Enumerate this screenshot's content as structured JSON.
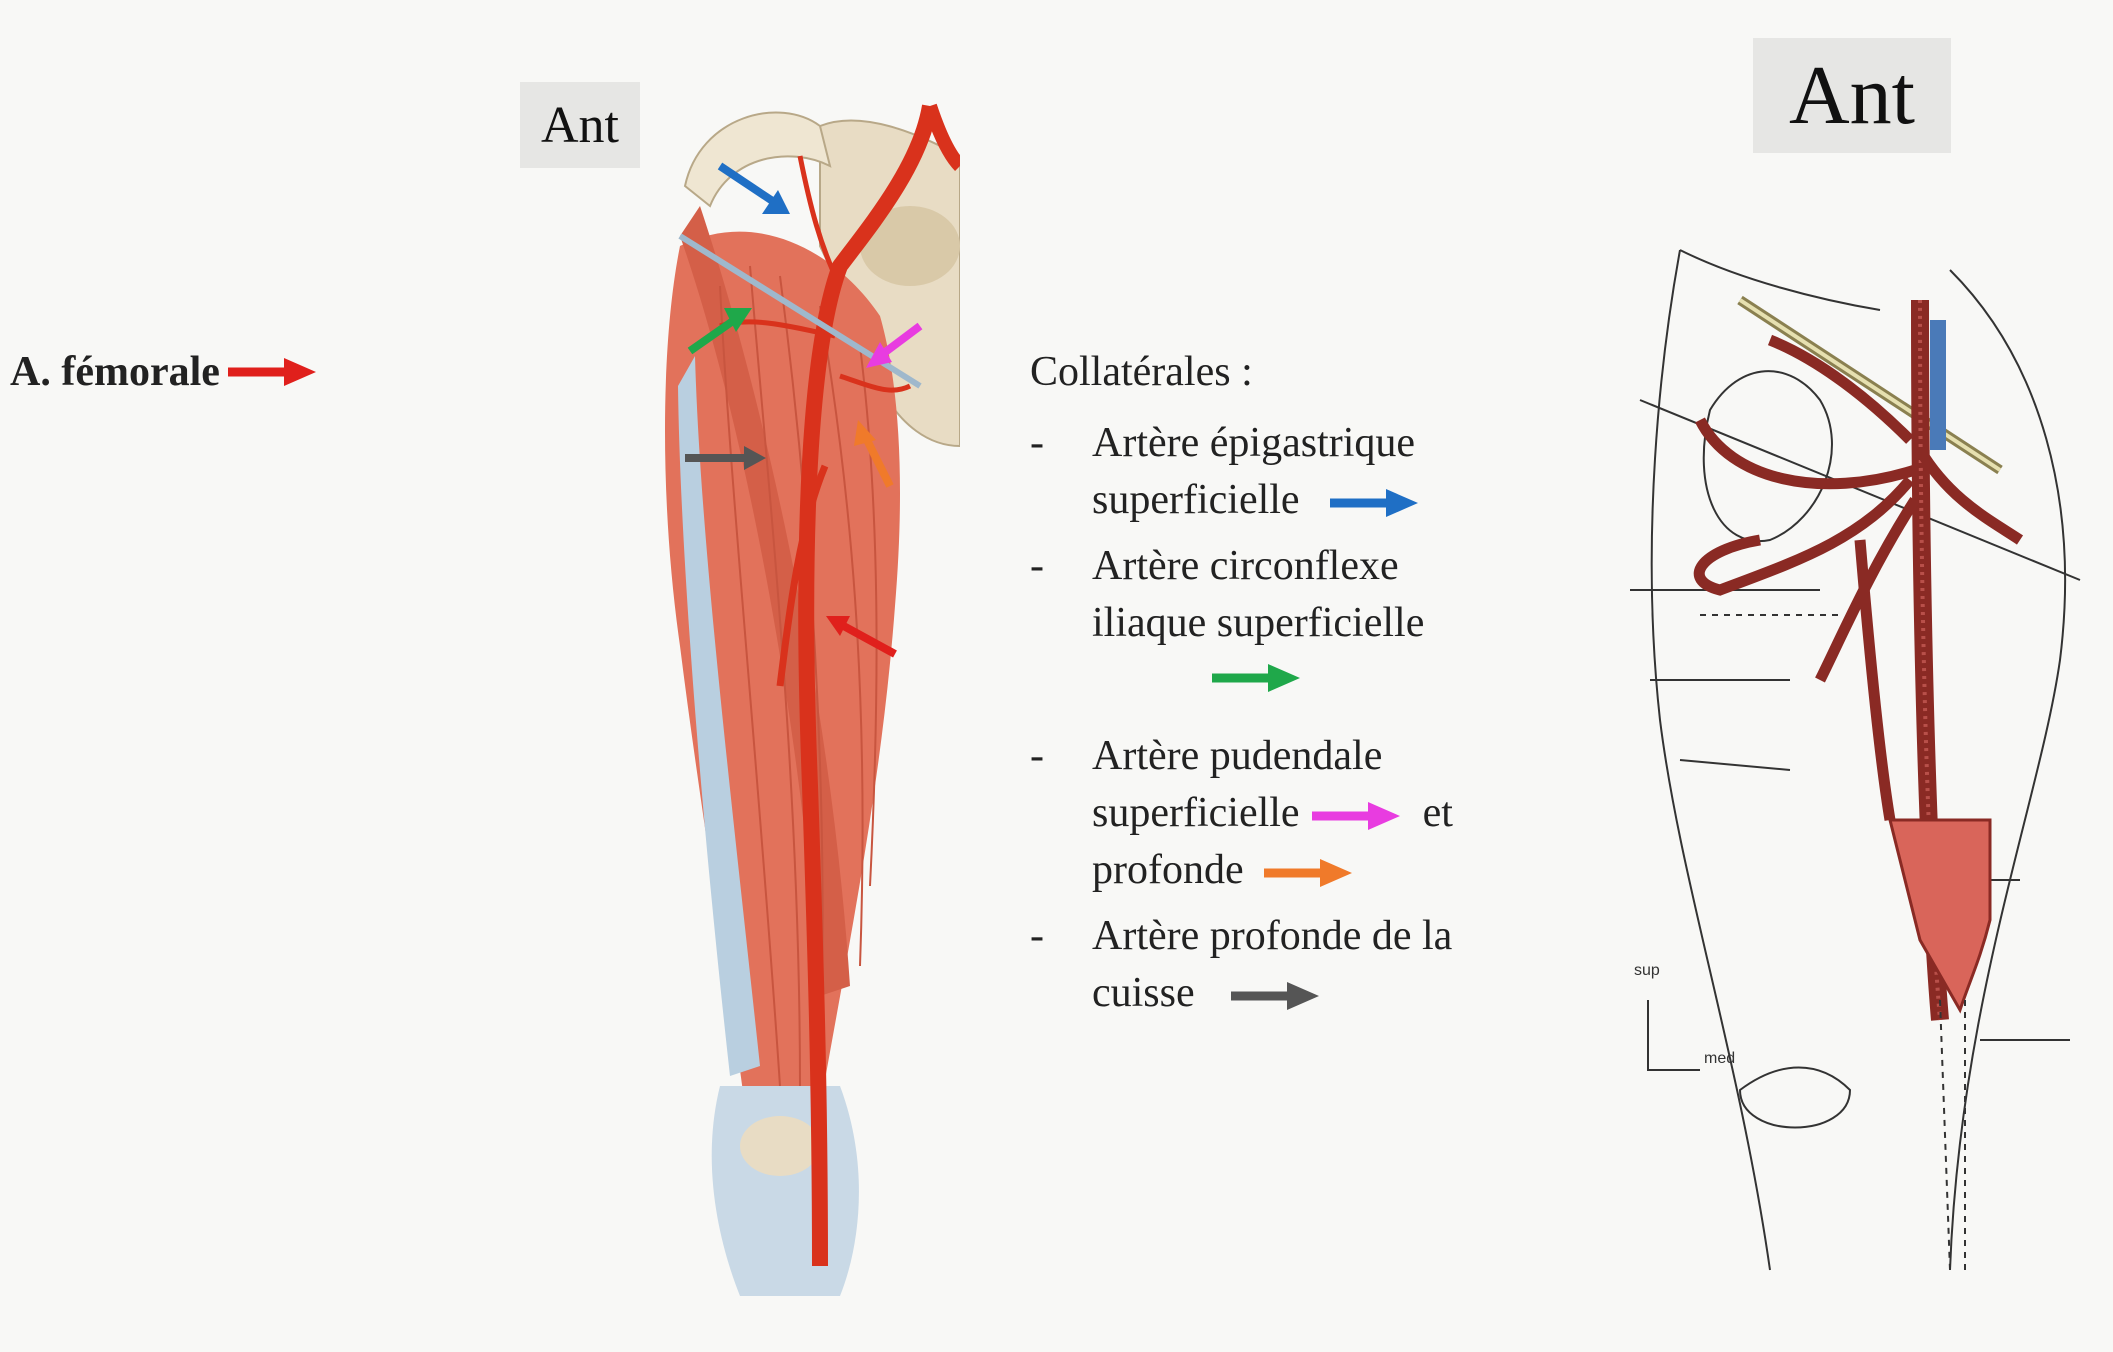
{
  "labels": {
    "ant_left": "Ant",
    "ant_right": "Ant"
  },
  "femoral": {
    "label": "A. fémorale",
    "arrow_color": "#e0201c"
  },
  "collaterales": {
    "title": "Collatérales :",
    "items": [
      {
        "lines": [
          "Artère épigastrique",
          "superficielle"
        ],
        "arrow_color": "#1f6fc5"
      },
      {
        "lines": [
          "Artère circonflexe",
          "iliaque superficielle"
        ],
        "arrow_color": "#1fa84a"
      },
      {
        "lines": [
          "Artère pudendale",
          "superficielle",
          "et",
          "profonde"
        ],
        "arrow_colors": [
          "#e83ce0",
          "#f07a2a"
        ]
      },
      {
        "lines": [
          "Artère profonde de la",
          "cuisse"
        ],
        "arrow_color": "#555555"
      }
    ]
  },
  "schematic": {
    "axis_sup": "sup",
    "axis_med": "med"
  },
  "colors": {
    "muscle": "#e2725b",
    "muscle_dark": "#c8553f",
    "artery": "#d9321c",
    "tendon": "#b9cfe0",
    "bone": "#e8dcc4",
    "schematic_artery": "#8a2a24"
  },
  "dash": "-"
}
